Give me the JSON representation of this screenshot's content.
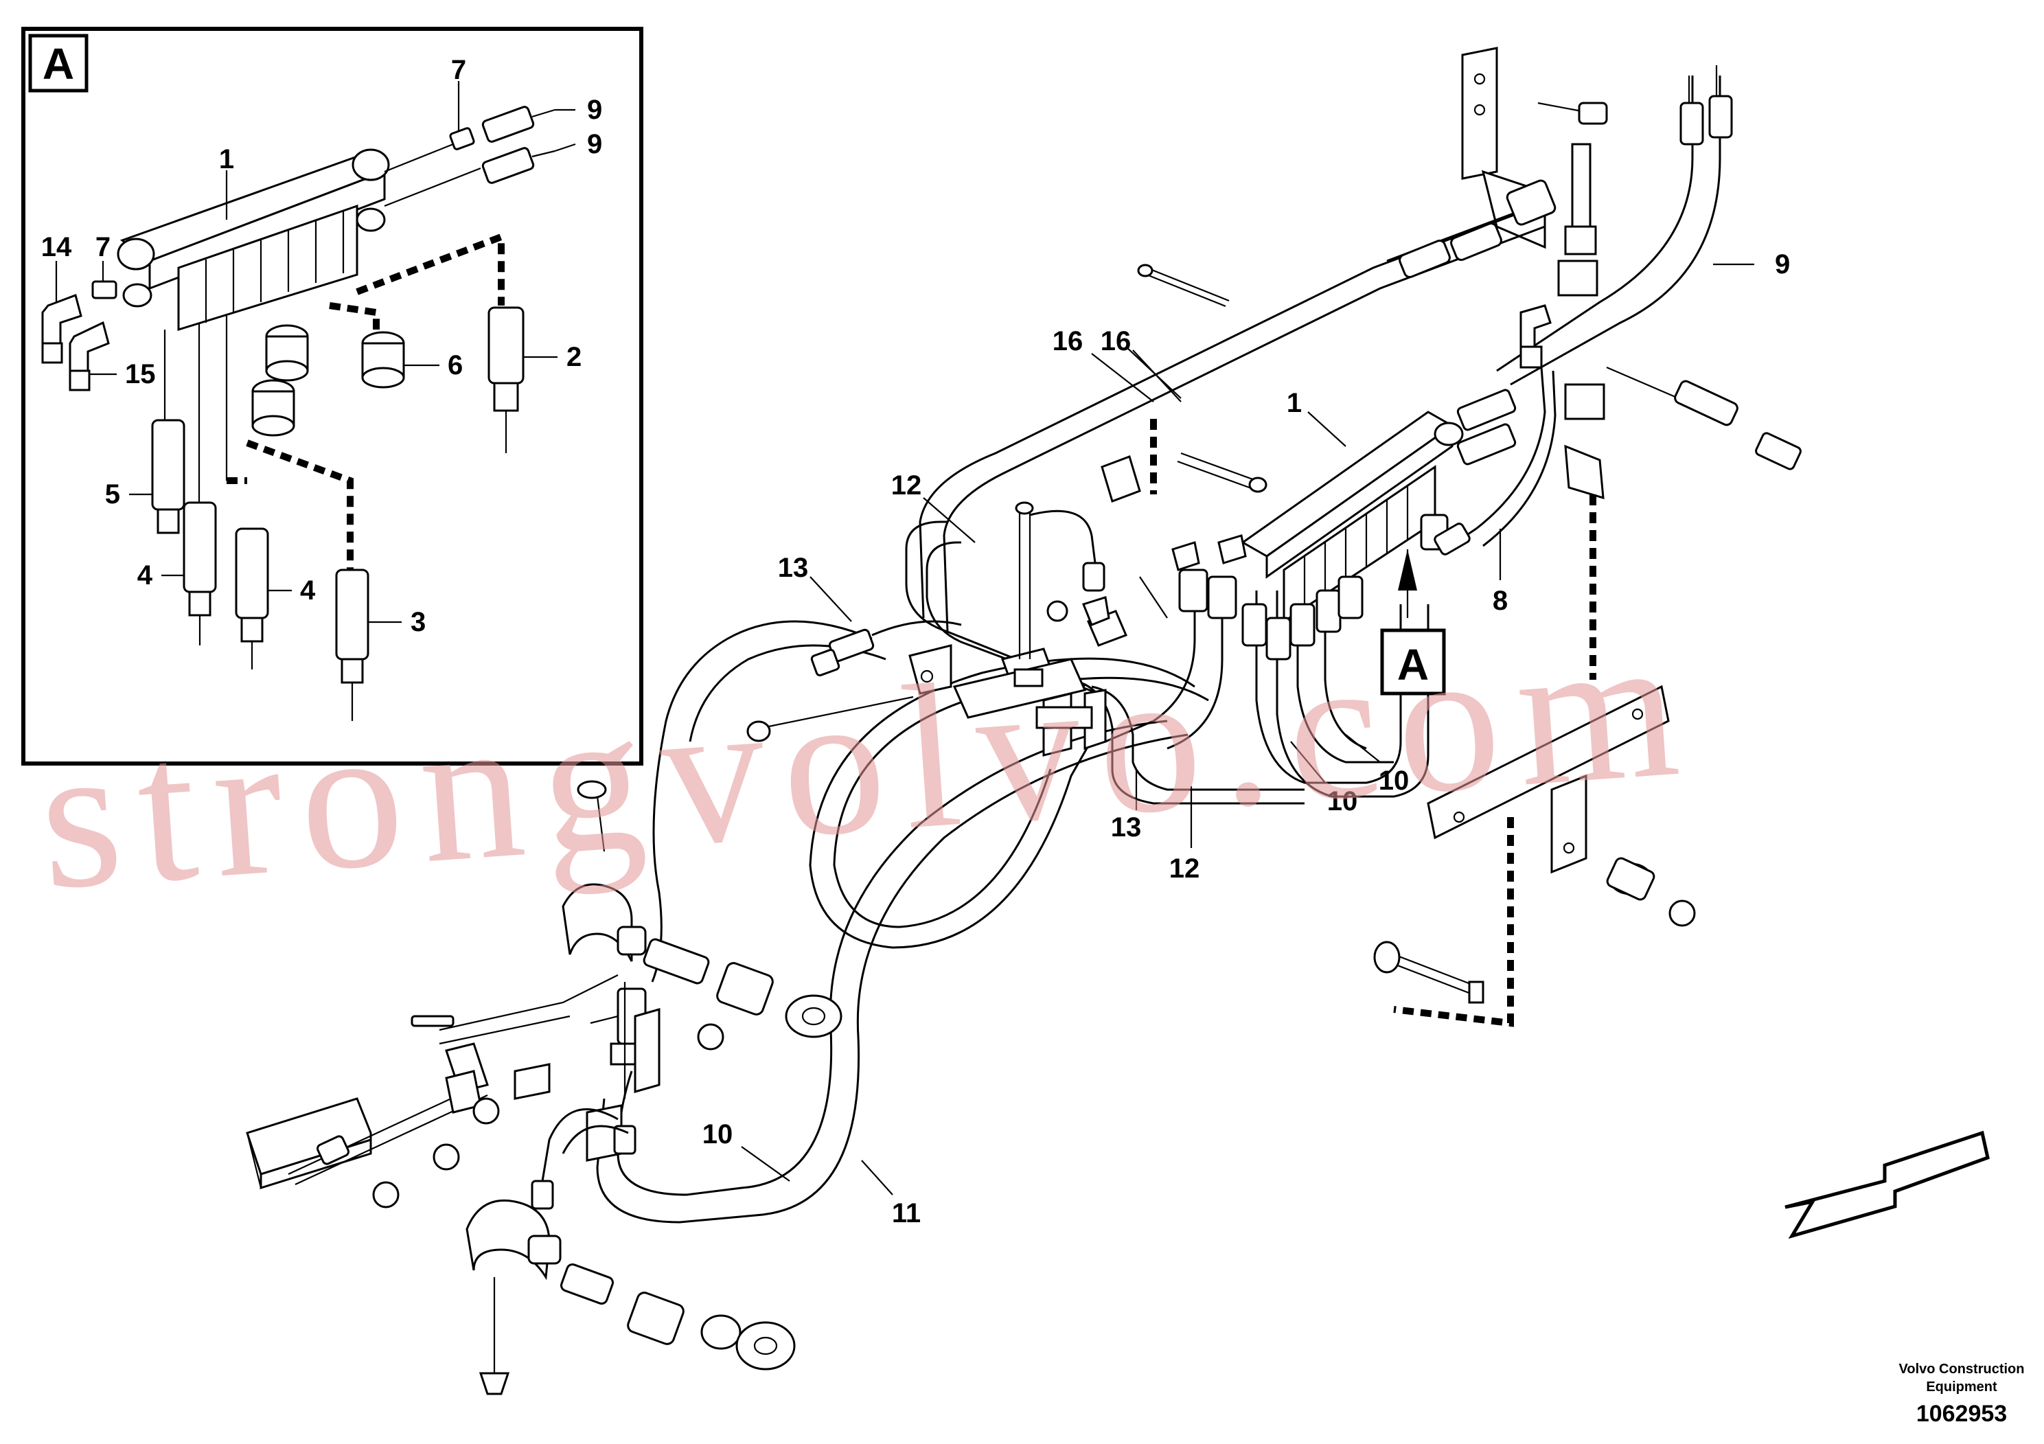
{
  "detail_view": {
    "letter": "A",
    "callouts": {
      "c1": "1",
      "c2": "2",
      "c3": "3",
      "c4a": "4",
      "c4b": "4",
      "c5": "5",
      "c6": "6",
      "c7a": "7",
      "c7b": "7",
      "c9a": "9",
      "c9b": "9",
      "c14": "14",
      "c15": "15"
    }
  },
  "main_view": {
    "detail_marker": "A",
    "callouts": {
      "c1": "1",
      "c8": "8",
      "c9": "9",
      "c10a": "10",
      "c10b": "10",
      "c10c": "10",
      "c11": "11",
      "c12a": "12",
      "c12b": "12",
      "c13a": "13",
      "c13b": "13",
      "c16a": "16",
      "c16b": "16"
    }
  },
  "watermark": "strongvolvo.com",
  "footer": {
    "company_line1": "Volvo Construction",
    "company_line2": "Equipment",
    "part_number": "1062953"
  },
  "colors": {
    "ink": "#000000",
    "watermark": "#e29696",
    "background": "#ffffff"
  },
  "icons": {
    "direction_arrow": "arrow-left-down-icon"
  }
}
